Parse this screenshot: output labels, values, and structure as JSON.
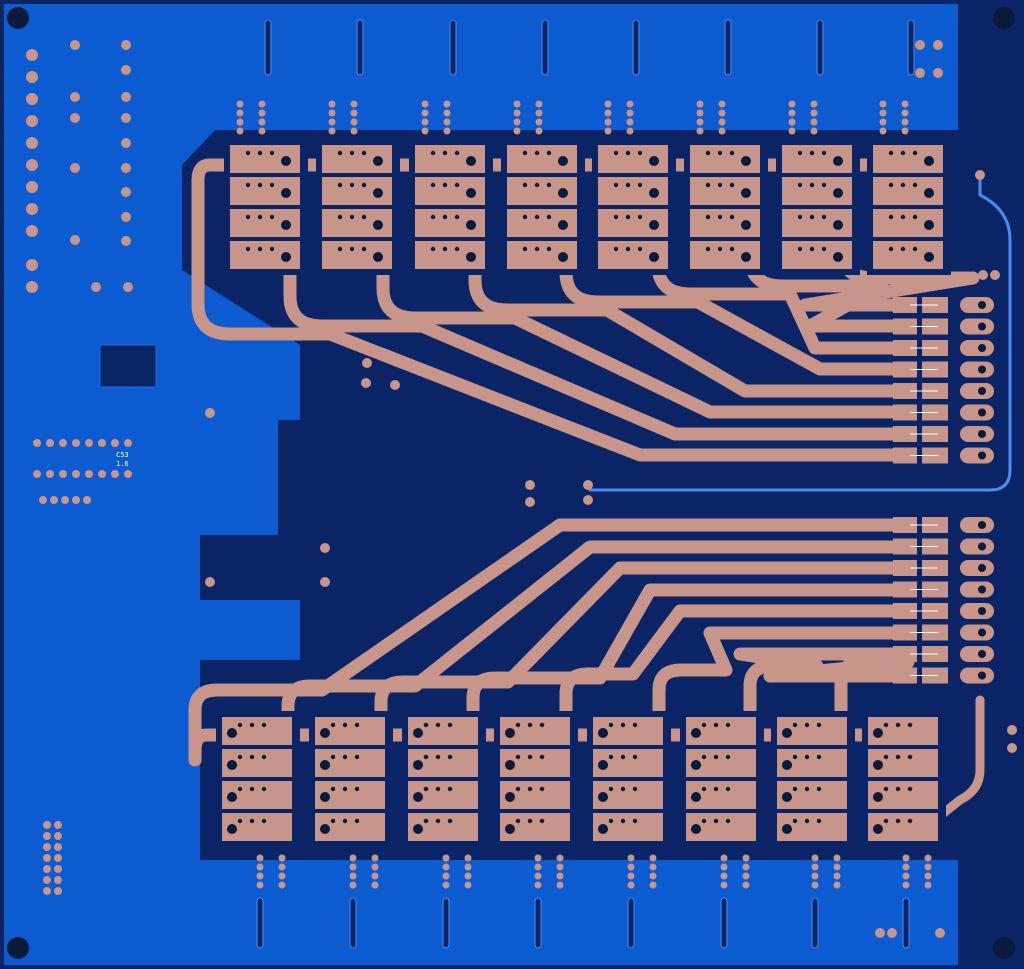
{
  "board": {
    "colors": {
      "background": "#0a2466",
      "copper_pour": "#0d5bd0",
      "trace": "#c8958a",
      "hole": "#0a1a3a",
      "silk": "#ffffff"
    },
    "silk_labels": [
      "C53",
      "1.6"
    ],
    "top_modules": 8,
    "bottom_modules": 8,
    "connector_rows_upper": 8,
    "connector_rows_lower": 8
  }
}
